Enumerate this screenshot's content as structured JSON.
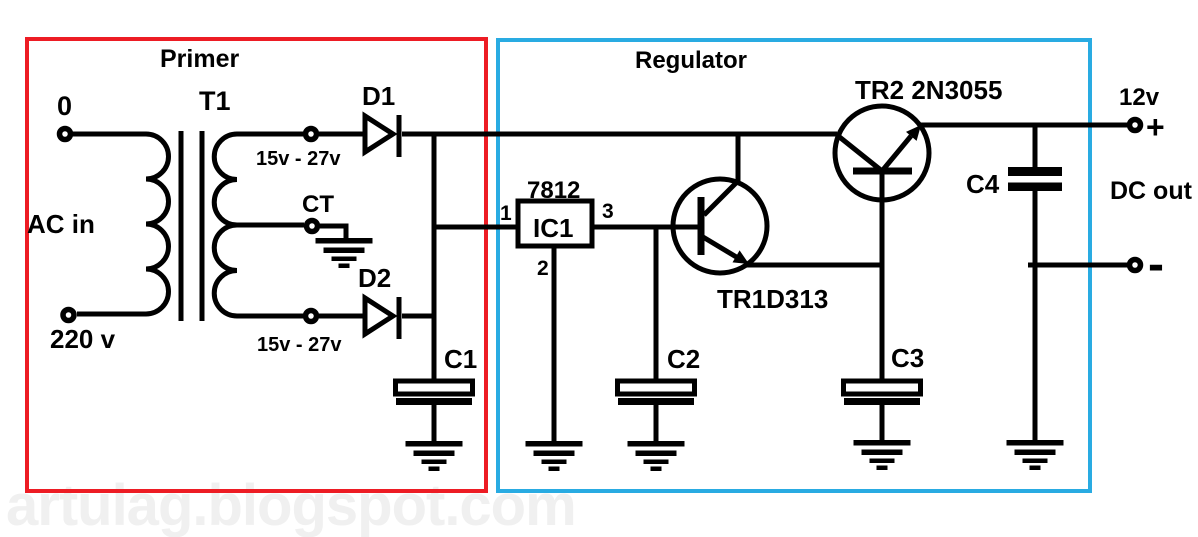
{
  "page": {
    "watermark": "artulag.blogspot.com",
    "background": "#FFFFFF"
  },
  "sections": {
    "primer": {
      "label": "Primer",
      "color": "#ED1C24"
    },
    "regulator": {
      "label": "Regulator",
      "color": "#29ABE2"
    }
  },
  "input": {
    "ac_label": "AC in",
    "terminal_top": "0",
    "terminal_bottom": "220 v"
  },
  "transformer": {
    "name": "T1",
    "center_tap": "CT",
    "secondary_top_voltage": "15v - 27v",
    "secondary_bottom_voltage": "15v - 27v"
  },
  "diodes": {
    "d1": "D1",
    "d2": "D2"
  },
  "capacitors": {
    "c1": "C1",
    "c2": "C2",
    "c3": "C3",
    "c4": "C4"
  },
  "regulator_ic": {
    "part": "7812",
    "name": "IC1",
    "pin1": "1",
    "pin2": "2",
    "pin3": "3"
  },
  "transistors": {
    "tr1": "TR1D313",
    "tr2": "TR2 2N3055"
  },
  "output": {
    "voltage": "12v",
    "plus": "+",
    "minus": "-",
    "label": "DC out"
  },
  "colors": {
    "wire": "#000000",
    "primer_box": "#ED1C24",
    "regulator_box": "#29ABE2",
    "watermark": "#F0F0F0"
  }
}
